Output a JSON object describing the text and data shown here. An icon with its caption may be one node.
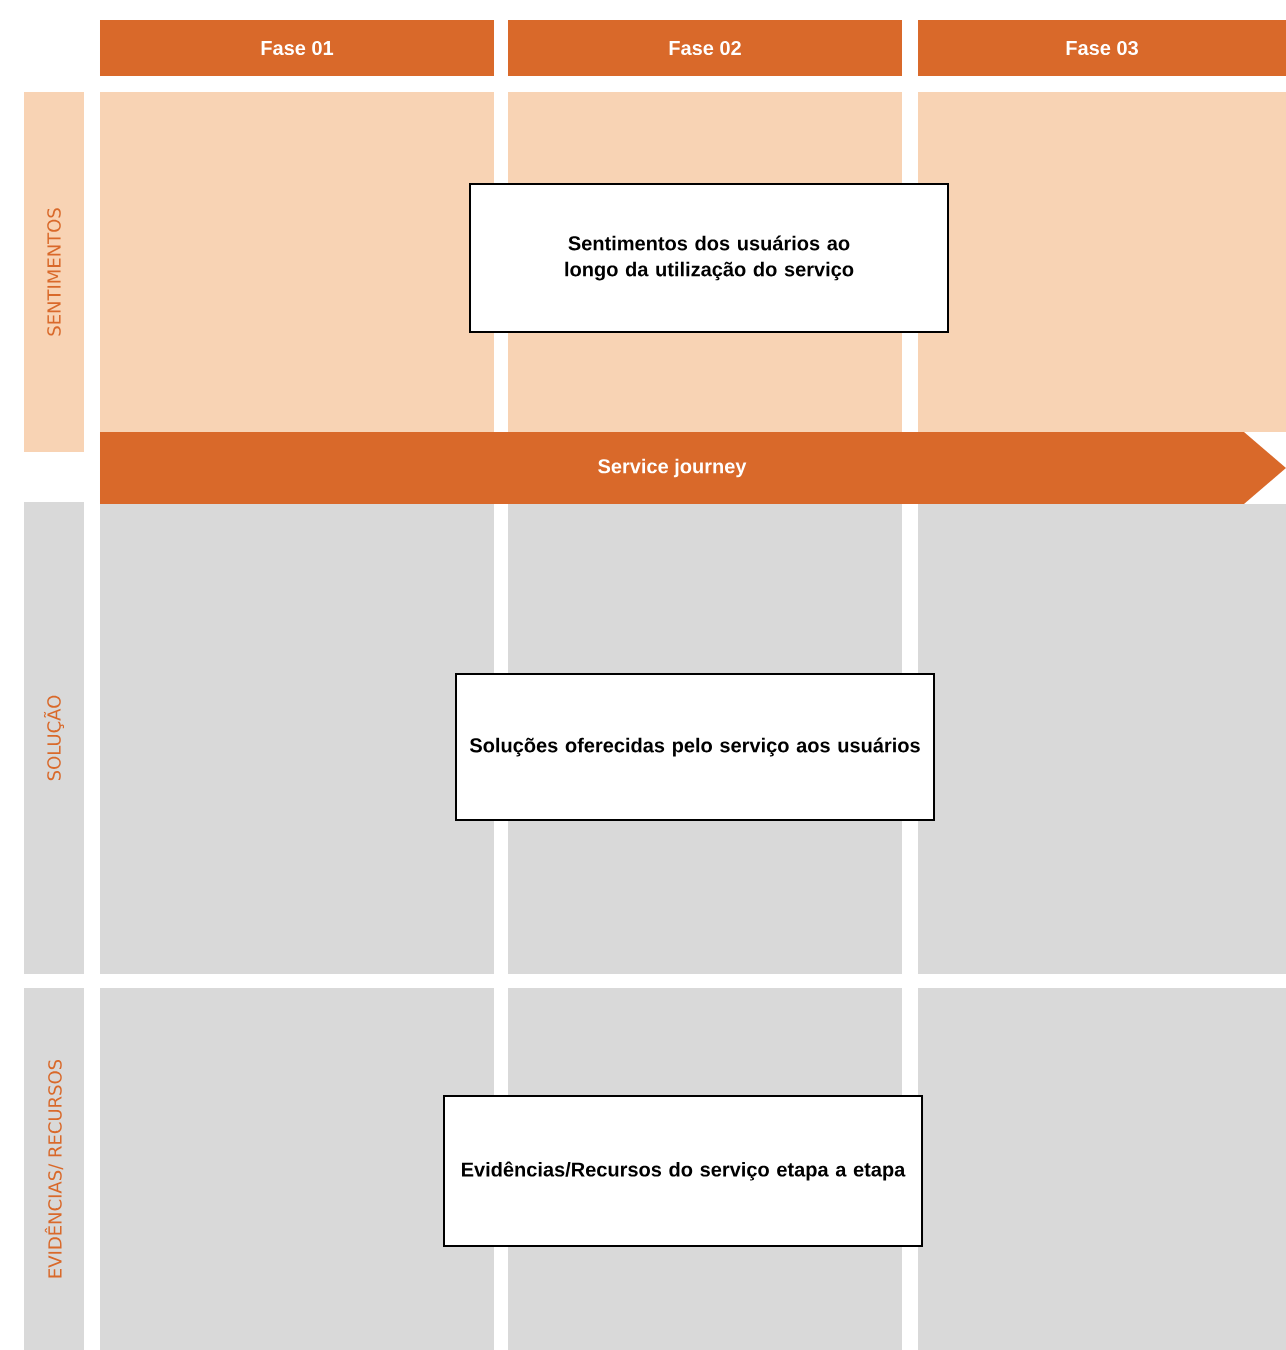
{
  "diagram": {
    "nodes": [
      {
        "text": [
          "Fase 01"
        ]
      },
      {
        "text": [
          "Fase 02"
        ]
      },
      {
        "text": [
          "Fase 03"
        ]
      },
      {
        "text": [
          "SENTIMENTOS"
        ]
      },
      {
        "text": [
          "Sentimentos dos usuários ao longo da utilização do serviço"
        ]
      },
      {
        "text": [
          "Service journey"
        ]
      },
      {
        "text": [
          "SOLUÇÃO"
        ]
      },
      {
        "text": [
          "Soluções oferecidas pelo serviço aos usuários"
        ]
      },
      {
        "text": [
          "EVIDÊNCIAS/ RECURSOS"
        ]
      },
      {
        "text": [
          "Evidências/Recursos do serviço etapa a etapa"
        ]
      }
    ]
  }
}
